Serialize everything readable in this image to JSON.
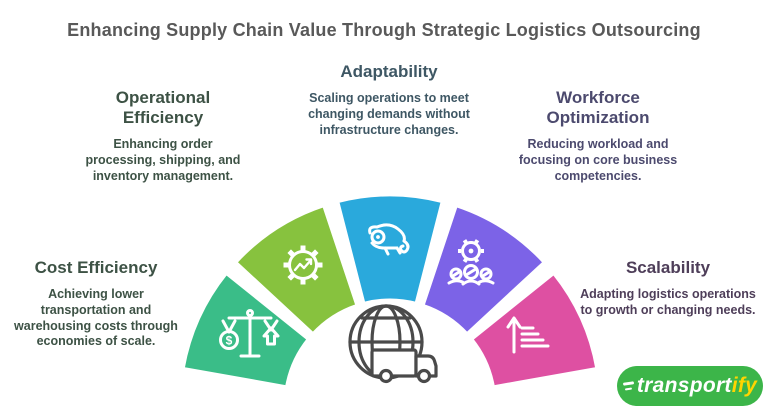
{
  "title": "Enhancing Supply Chain Value Through Strategic Logistics Outsourcing",
  "colors": {
    "background": "#FFFFFF",
    "title_text": "#595959",
    "center_icon_stroke": "#4A4A4A",
    "green_text": "#3D5245",
    "blue_text": "#3E5764",
    "indigo_text": "#4C4A6E",
    "plum_text": "#4E3E59"
  },
  "features": [
    {
      "id": "cost-efficiency",
      "heading": "Cost Efficiency",
      "body": "Achieving lower transportation and warehousing costs through economies of scale.",
      "segment_color": "#3ABD88",
      "text_color": "#3D5245",
      "icon": "balance-scale-dollar-icon"
    },
    {
      "id": "operational-efficiency",
      "heading": "Operational Efficiency",
      "body": "Enhancing order processing, shipping, and inventory management.",
      "segment_color": "#87C23E",
      "text_color": "#3D5245",
      "icon": "gear-chart-icon"
    },
    {
      "id": "adaptability",
      "heading": "Adaptability",
      "body": "Scaling operations to meet changing demands without infrastructure changes.",
      "segment_color": "#2AA9DC",
      "text_color": "#3E5764",
      "icon": "chameleon-icon"
    },
    {
      "id": "workforce-optimization",
      "heading": "Workforce Optimization",
      "body": "Reducing workload and focusing on core business competencies.",
      "segment_color": "#7C63E7",
      "text_color": "#4C4A6E",
      "icon": "team-gear-icon"
    },
    {
      "id": "scalability",
      "heading": "Scalability",
      "body": "Adapting logistics operations to growth or changing needs.",
      "segment_color": "#DE50A2",
      "text_color": "#4E3E59",
      "icon": "growth-arrow-icon"
    }
  ],
  "scale_icon_currency": "$",
  "center_icon": "globe-delivery-truck-icon",
  "logo": {
    "text_main": "transport",
    "text_suffix": "ify",
    "background_color": "#3CB549",
    "main_color": "#FFFFFF",
    "suffix_color": "#FFD500"
  }
}
